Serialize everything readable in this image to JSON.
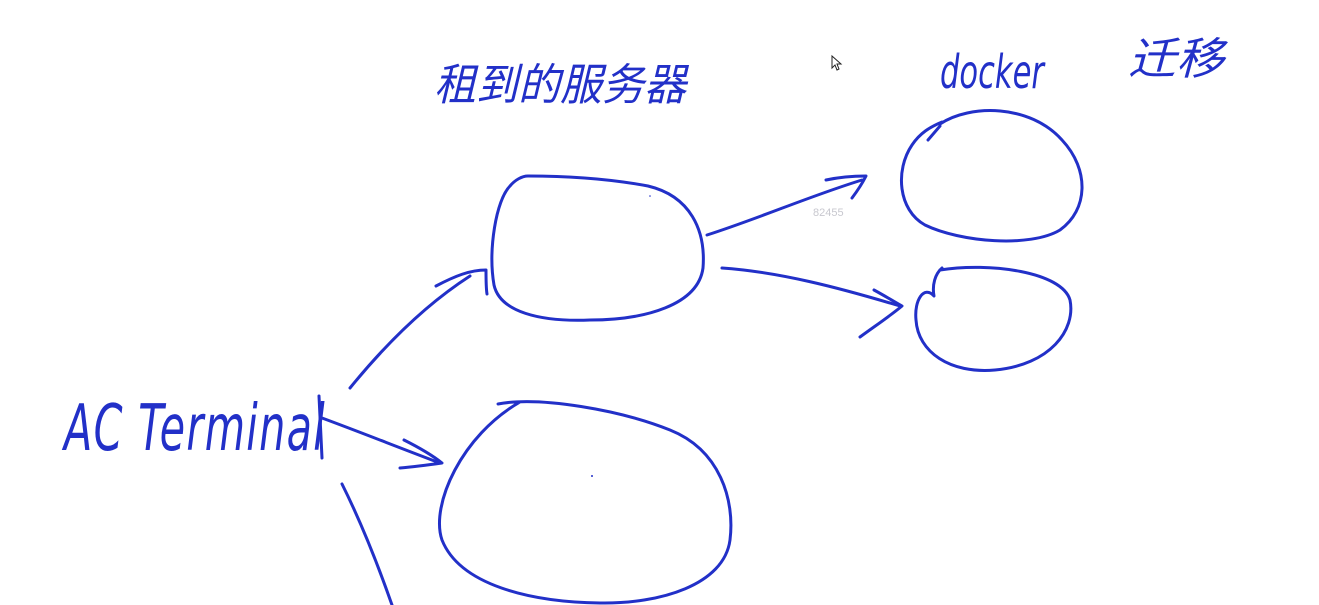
{
  "whiteboard": {
    "labels": {
      "ac_terminal": "AC Terminal",
      "rented_servers": "租到的服务器",
      "docker": "docker",
      "migrate": "迁移"
    },
    "watermark": "82455"
  },
  "colors": {
    "ink": "#2230c8",
    "background": "#ffffff"
  }
}
